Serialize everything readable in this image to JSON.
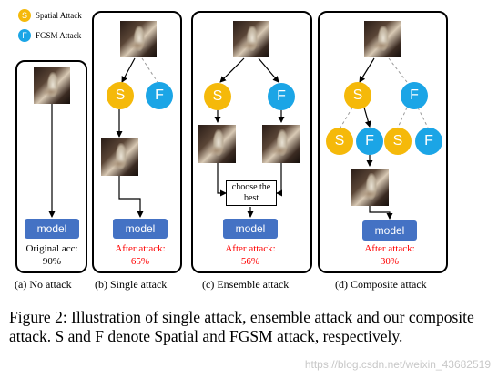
{
  "legend": [
    {
      "symbol": "S",
      "label": "Spatial Attack",
      "color": "#f5b90a"
    },
    {
      "symbol": "F",
      "label": "FGSM Attack",
      "color": "#1ba5e6"
    }
  ],
  "model_label": "model",
  "panels": [
    {
      "caption": "(a) No attack",
      "result_label": "Original acc:",
      "result_value": "90%",
      "result_color": "#000000"
    },
    {
      "caption": "(b) Single attack",
      "result_label": "After attack:",
      "result_value": "65%",
      "result_color": "#ff0000"
    },
    {
      "caption": "(c) Ensemble attack",
      "result_label": "After attack:",
      "result_value": "56%",
      "result_color": "#ff0000",
      "choose_label": "choose the best"
    },
    {
      "caption": "(d) Composite attack",
      "result_label": "After attack:",
      "result_value": "30%",
      "result_color": "#ff0000"
    }
  ],
  "node_letters": {
    "spatial": "S",
    "fgsm": "F"
  },
  "figure_caption": "Figure 2: Illustration of single attack, ensemble attack and our composite attack. S and F denote Spatial and FGSM attack, respectively.",
  "watermark": "https://blog.csdn.net/weixin_43682519",
  "colors": {
    "model": "#4472c4",
    "spatial": "#f5b90a",
    "fgsm": "#1ba5e6",
    "after_attack": "#ff0000"
  }
}
